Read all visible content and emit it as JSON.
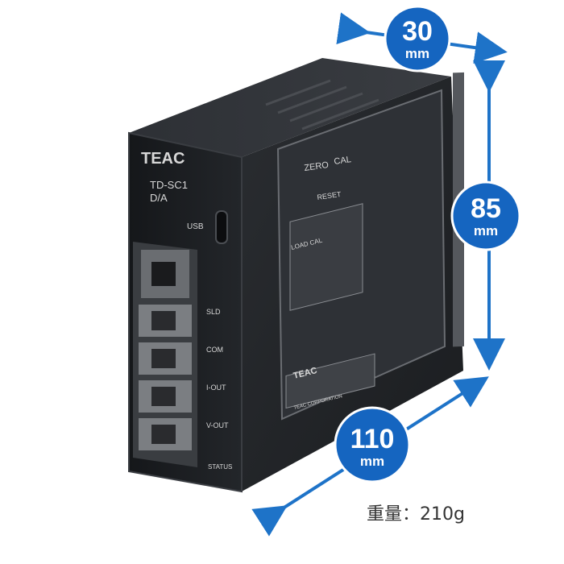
{
  "product": {
    "brand": "TEAC",
    "model": "TD-SC1",
    "variant": "D/A",
    "port_label": "USB",
    "terminal_labels": [
      "SLD",
      "COM",
      "I-OUT",
      "V-OUT"
    ],
    "status_label": "STATUS",
    "panel_labels": {
      "zero": "ZERO",
      "cal": "CAL",
      "reset": "RESET",
      "load_cal": "LOAD CAL",
      "chart_brand": "TEAC",
      "corporation": "TEAC CORPORATION"
    }
  },
  "dimensions": {
    "depth": {
      "value": "30",
      "unit": "mm"
    },
    "height": {
      "value": "85",
      "unit": "mm"
    },
    "width": {
      "value": "110",
      "unit": "mm"
    }
  },
  "weight": {
    "text": "重量：210g"
  },
  "colors": {
    "badge": "#1565c0",
    "arrow": "#1e73c8",
    "body_dark": "#1d1f22",
    "panel": "#2b2e33"
  }
}
